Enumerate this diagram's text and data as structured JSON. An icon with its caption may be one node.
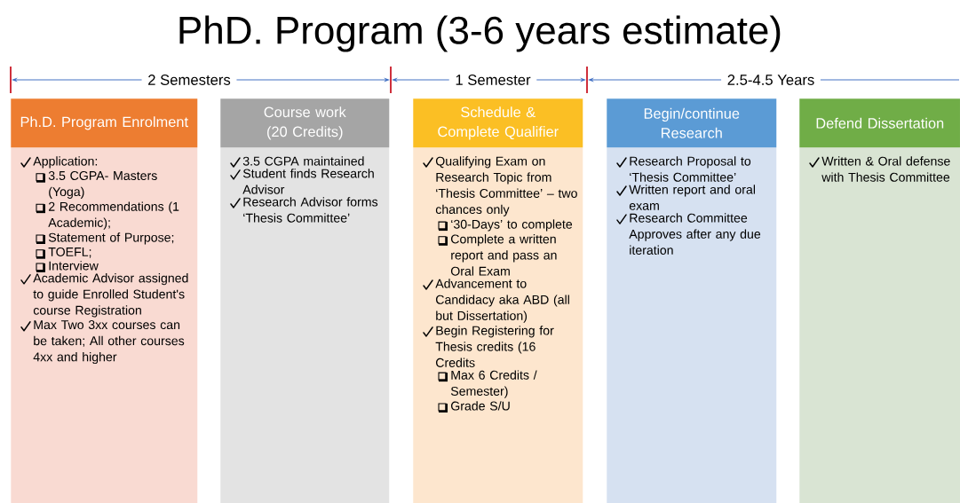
{
  "diagram": {
    "title": "PhD. Program (3-6 years estimate)",
    "nodes": [
      {
        "text": [
          "Ph.D. Program Enrolment",
          "Application:",
          "3.5 CGPA- Masters (Yoga)",
          "2 Recommendations (1 Academic);",
          "Statement of Purpose;",
          "TOEFL;",
          "Interview",
          "Academic Advisor assigned to guide Enrolled Student's course Registration",
          "Max Two 3xx courses can be taken; All other courses 4xx and higher"
        ]
      },
      {
        "text": [
          "Course work (20 Credits)",
          "3.5 CGPA maintained",
          "Student finds Research Advisor",
          "Research Advisor forms ‘Thesis Committee’"
        ]
      },
      {
        "text": [
          "Schedule & Complete Qualifier",
          "Qualifying Exam on Research Topic from ‘Thesis Committee’ – two chances only",
          "‘30-Days’  to complete",
          "Complete a written report and pass an Oral Exam",
          "Advancement to Candidacy aka ABD (all but Dissertation)",
          "Begin Registering for Thesis credits (16 Credits",
          "Max 6 Credits / Semester)",
          "Grade S/U"
        ]
      },
      {
        "text": [
          "Begin/continue Research",
          "Research Proposal to ‘Thesis Committee’",
          "Written report and oral exam",
          "Research Committee Approves after any due iteration"
        ]
      },
      {
        "text": [
          "Defend Dissertation",
          "Written & Oral defense with Thesis Committee"
        ]
      }
    ],
    "labels": [
      "2 Semesters",
      "1 Semester",
      "2.5-4.5 Years"
    ]
  }
}
